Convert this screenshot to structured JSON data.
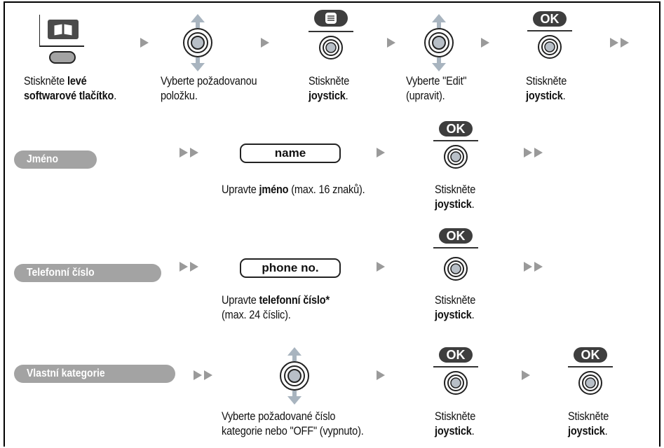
{
  "row1": {
    "step1": {
      "pre": "Stiskněte ",
      "bold1": "levé",
      "bold2": "softwarové tlačítko",
      "post": "."
    },
    "step2": {
      "line1": "Vyberte požadovanou",
      "line2": "položku."
    },
    "step3": {
      "line1": "Stiskněte",
      "bold": "joystick",
      "post": "."
    },
    "step4": {
      "line1": "Vyberte \"Edit\"",
      "line2": "(upravit)."
    },
    "step5": {
      "line1": "Stiskněte",
      "bold": "joystick",
      "post": "."
    }
  },
  "row_name": {
    "pill": "Jméno",
    "field": "name",
    "desc_pre": "Upravte ",
    "desc_bold": "jméno",
    "desc_post": " (max. 16 znaků).",
    "press": {
      "line1": "Stiskněte",
      "bold": "joystick",
      "post": "."
    }
  },
  "row_phone": {
    "pill": "Telefonní číslo",
    "field": "phone no.",
    "desc_pre": "Upravte ",
    "desc_bold": "telefonní číslo*",
    "desc_line2": "(max. 24 číslic).",
    "press": {
      "line1": "Stiskněte",
      "bold": "joystick",
      "post": "."
    }
  },
  "row_category": {
    "pill": "Vlastní kategorie",
    "desc_line1": "Vyberte požadované číslo",
    "desc_line2": "kategorie nebo \"OFF\" (vypnuto).",
    "press1": {
      "line1": "Stiskněte",
      "bold": "joystick",
      "post": "."
    },
    "press2": {
      "line1": "Stiskněte",
      "bold": "joystick",
      "post": "."
    }
  },
  "ok_label": "OK",
  "icons": [
    "phonebook-icon",
    "soft-key-icon",
    "joystick-updown-icon",
    "menu-key-icon",
    "joystick-press-icon",
    "ok-key-icon",
    "arrow-right-icon",
    "double-arrow-right-icon"
  ],
  "colors": {
    "pill": "#a3a3a3",
    "ok_button": "#3e3e3e",
    "arrow": "#9a9a9a",
    "joystick_fill": "#b8bfc7",
    "nav_arrow": "#a8b4bf"
  }
}
